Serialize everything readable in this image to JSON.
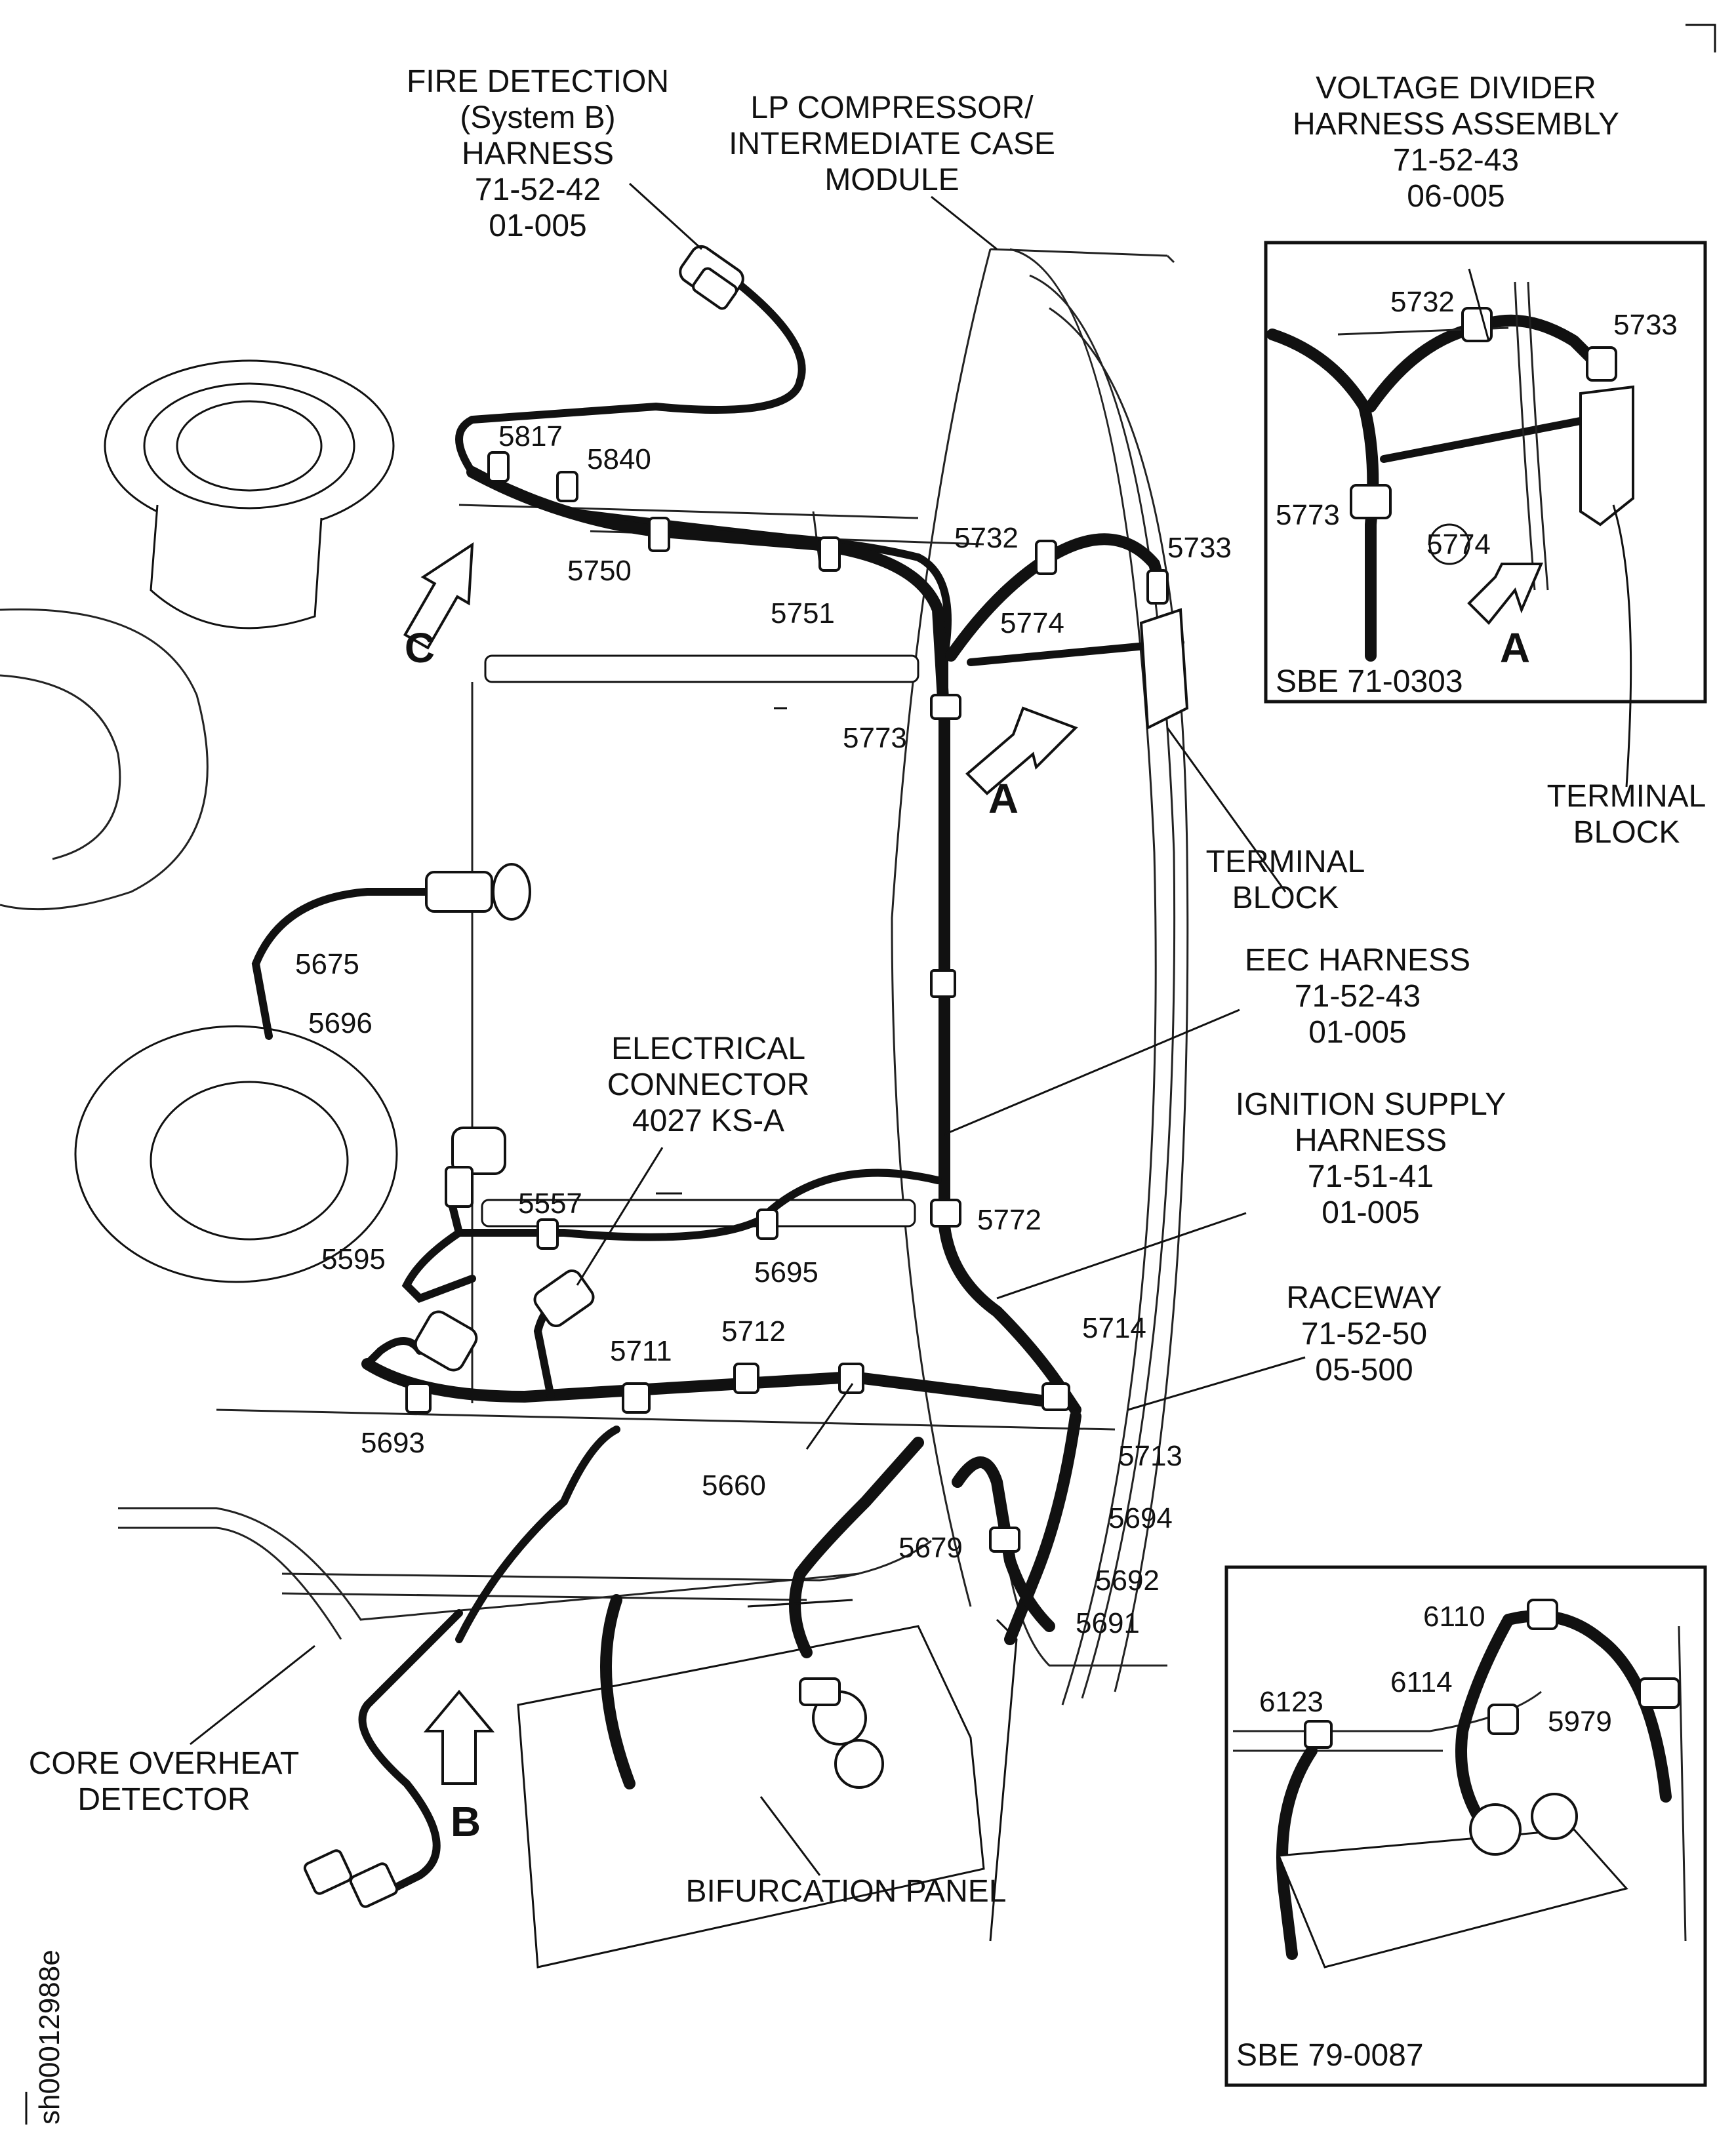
{
  "labels": {
    "fire_detection": [
      "FIRE DETECTION",
      "(System B)",
      "HARNESS",
      "71-52-42",
      "01-005"
    ],
    "lp_compressor": [
      "LP COMPRESSOR/",
      "INTERMEDIATE CASE",
      "MODULE"
    ],
    "voltage_divider": [
      "VOLTAGE DIVIDER",
      "HARNESS ASSEMBLY",
      "71-52-43",
      "06-005"
    ],
    "terminal_block_main": [
      "TERMINAL",
      "BLOCK"
    ],
    "terminal_block_inset": [
      "TERMINAL",
      "BLOCK"
    ],
    "eec_harness": [
      "EEC HARNESS",
      "71-52-43",
      "01-005"
    ],
    "ignition_supply": [
      "IGNITION SUPPLY",
      "HARNESS",
      "71-51-41",
      "01-005"
    ],
    "raceway": [
      "RACEWAY",
      "71-52-50",
      "05-500"
    ],
    "electrical_connector": [
      "ELECTRICAL",
      "CONNECTOR",
      "4027 KS-A"
    ],
    "core_overheat": [
      "CORE OVERHEAT",
      "DETECTOR"
    ],
    "bifurcation_panel": "BIFURCATION PANEL"
  },
  "view_arrows": {
    "a_main": "A",
    "a_inset": "A",
    "b": "B",
    "c": "C"
  },
  "clamp_ids": {
    "c5817": "5817",
    "c5840": "5840",
    "c5750": "5750",
    "c5751": "5751",
    "c5732": "5732",
    "c5733": "5733",
    "c5774": "5774",
    "c5773": "5773",
    "c5675": "5675",
    "c5696": "5696",
    "c5557": "5557",
    "c5595": "5595",
    "c5695": "5695",
    "c5772": "5772",
    "c5711": "5711",
    "c5712": "5712",
    "c5714": "5714",
    "c5693": "5693",
    "c5660": "5660",
    "c5713": "5713",
    "c5694": "5694",
    "c5679": "5679",
    "c5692": "5692",
    "c5691": "5691"
  },
  "inset_a": {
    "clamps": {
      "i5732": "5732",
      "i5733": "5733",
      "i5773": "5773",
      "i5774": "5774"
    },
    "reference": "SBE 71-0303"
  },
  "inset_b": {
    "clamps": {
      "i6110": "6110",
      "i6114": "6114",
      "i6123": "6123",
      "i5979": "5979"
    },
    "reference": "SBE 79-0087"
  },
  "figure_id": "sh00012988e"
}
